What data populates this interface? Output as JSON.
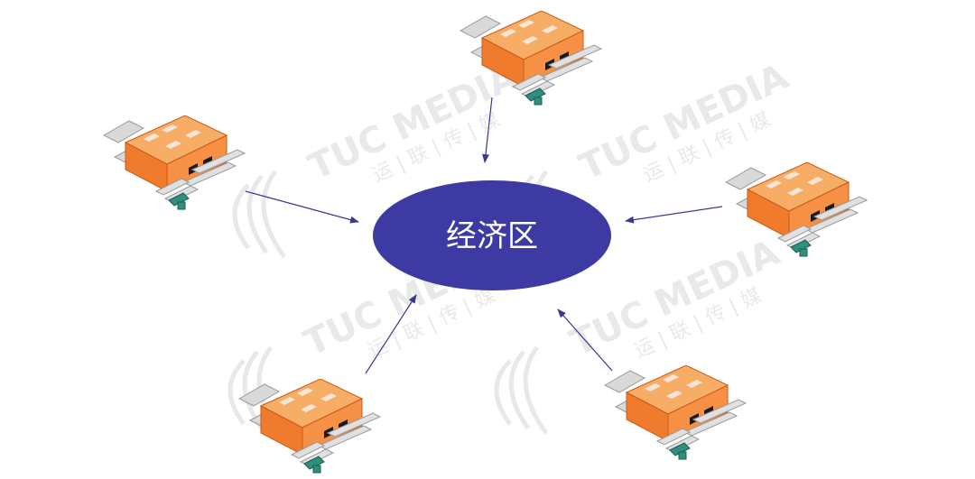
{
  "diagram": {
    "center_label": "经济区",
    "colors": {
      "center_fill": "#3e3aa3",
      "arrow": "#3a3a8f",
      "building_front": "#f07b2c",
      "building_roof": "#f59a4e",
      "building_side": "#d8621a",
      "pipe": "#d9d9d9",
      "valve": "#2f8f7e"
    },
    "nodes": [
      {
        "id": "top",
        "icon": "factory-icon"
      },
      {
        "id": "upper-left",
        "icon": "factory-icon"
      },
      {
        "id": "right",
        "icon": "factory-icon"
      },
      {
        "id": "lower-left",
        "icon": "factory-icon"
      },
      {
        "id": "lower-right",
        "icon": "factory-icon"
      }
    ]
  },
  "watermark": {
    "brand": "TUC MEDIA",
    "subtitle": "运 | 联 | 传 | 媒",
    "icon": "stars-swirl-logo-icon"
  }
}
